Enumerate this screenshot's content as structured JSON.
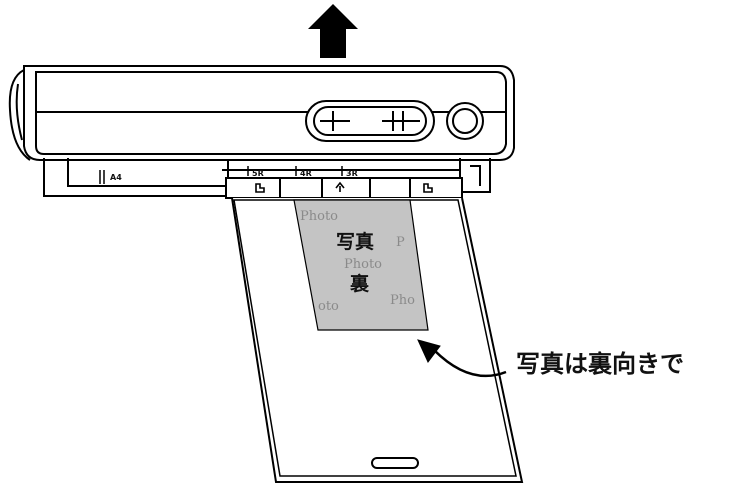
{
  "photo": {
    "label_line1": "写真",
    "label_line2": "裏",
    "watermarks": [
      "Photo",
      "P",
      "Photo",
      "oto",
      "Pho"
    ]
  },
  "callout": {
    "text": "写真は裏向きで"
  },
  "size_marks": [
    "A4",
    "5R",
    "4R",
    "3R"
  ]
}
